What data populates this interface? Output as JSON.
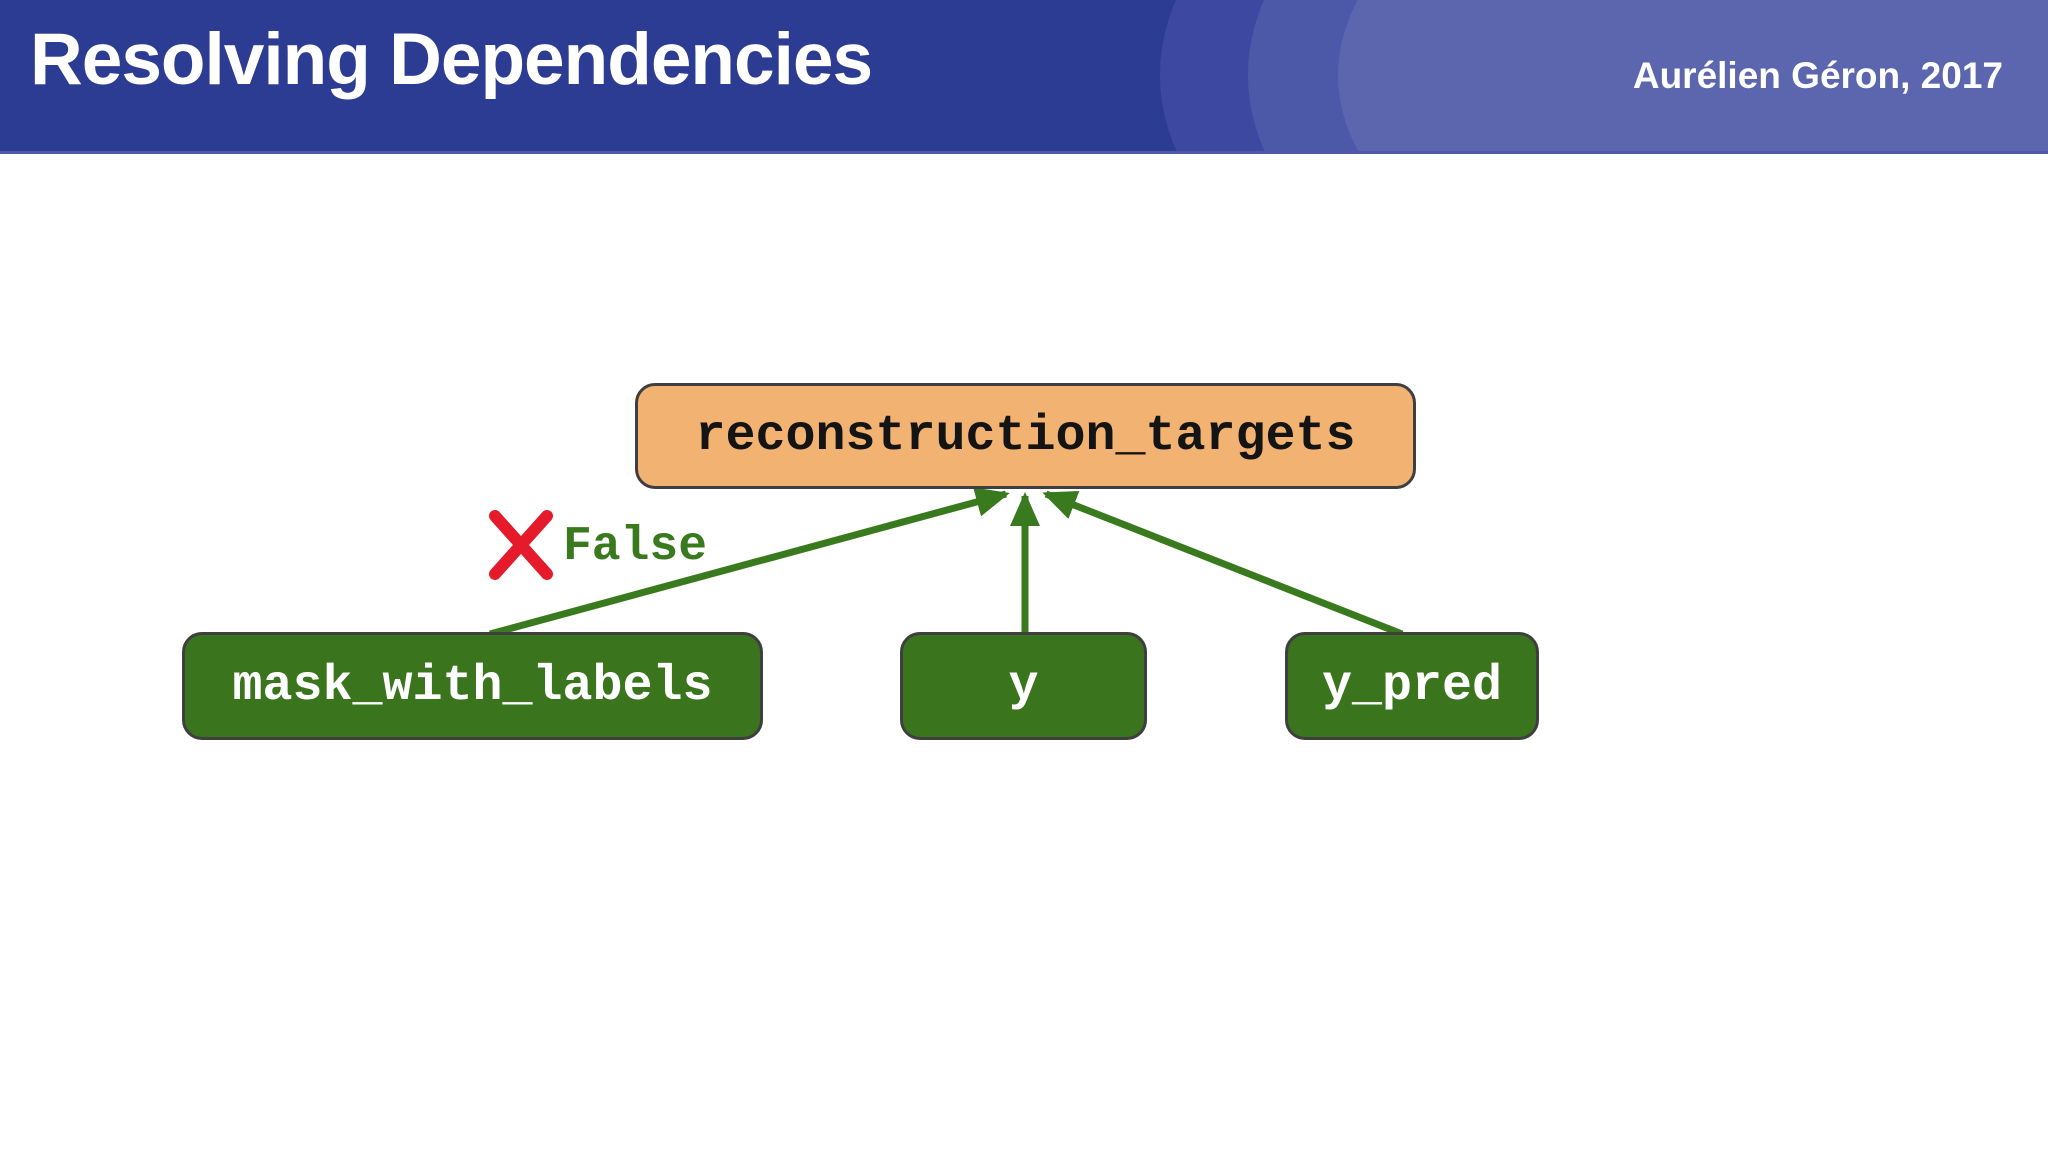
{
  "header": {
    "title": "Resolving Dependencies",
    "author": "Aurélien Géron, 2017",
    "background_color": "#2C3C92",
    "ellipse_colors": [
      "#3D49A0",
      "#4C58A8",
      "#5B66AF"
    ],
    "text_color": "#FFFFFF"
  },
  "diagram": {
    "target_node": {
      "label": "reconstruction_targets",
      "fill_color": "#F2B272",
      "text_color": "#141414"
    },
    "source_nodes": [
      {
        "label": "mask_with_labels"
      },
      {
        "label": "y"
      },
      {
        "label": "y_pred"
      }
    ],
    "source_node_fill_color": "#3A751D",
    "source_node_text_color": "#FFFFFF",
    "edges": [
      {
        "from": "mask_with_labels",
        "to": "reconstruction_targets",
        "annotation": "False",
        "annotation_icon": "red-x"
      },
      {
        "from": "y",
        "to": "reconstruction_targets"
      },
      {
        "from": "y_pred",
        "to": "reconstruction_targets"
      }
    ],
    "annotation": {
      "label": "False",
      "icon": "red-x",
      "icon_color": "#E51A2B",
      "label_color": "#3A7A1E"
    },
    "arrow_color": "#3A7A1E"
  }
}
